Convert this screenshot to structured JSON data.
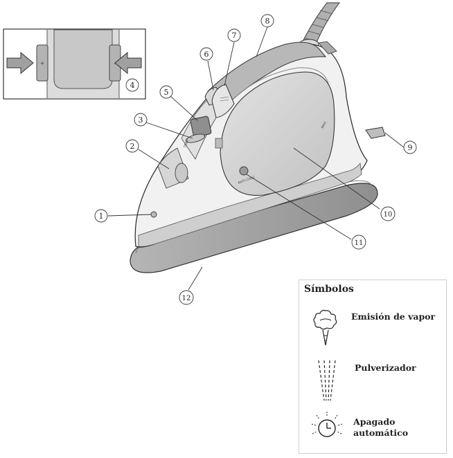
{
  "callouts": [
    "1",
    "2",
    "3",
    "4",
    "5",
    "6",
    "7",
    "8",
    "9",
    "10",
    "11",
    "12"
  ],
  "iron_labels": {
    "max": "MAX",
    "anti_calc": "ANTI CALC",
    "temp": "TEMP"
  },
  "symbols": {
    "title": "Símbolos",
    "items": [
      {
        "icon": "steam-emission-icon",
        "label": "Emisión de vapor"
      },
      {
        "icon": "spray-icon",
        "label": "Pulverizador"
      },
      {
        "icon": "auto-off-clock-icon",
        "label_lines": [
          "Apagado",
          "automático"
        ]
      }
    ]
  },
  "colors": {
    "body_light": "#f2f2f2",
    "body_mid": "#d0d0d0",
    "body_dark": "#a9a9a9",
    "outline": "#333333"
  }
}
